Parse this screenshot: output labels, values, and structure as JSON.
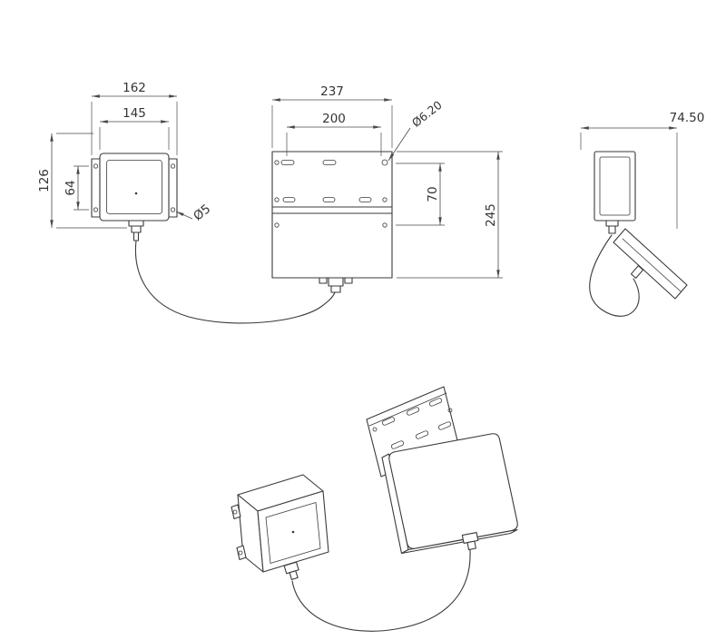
{
  "drawing": {
    "colors": {
      "line": "#3a3a3a",
      "dimension": "#4a4a4a",
      "background": "#ffffff"
    },
    "dimensions": {
      "front_overall_width": "162",
      "front_body_width": "145",
      "front_overall_height": "126",
      "front_hole_spacing": "64",
      "front_hole_diameter": "Ø5",
      "plate_overall_width": "237",
      "plate_hole_pitch_h": "200",
      "plate_hole_diameter": "Ø6.20",
      "plate_hole_pitch_v": "70",
      "plate_overall_height": "245",
      "side_overall_depth": "74.50"
    }
  }
}
